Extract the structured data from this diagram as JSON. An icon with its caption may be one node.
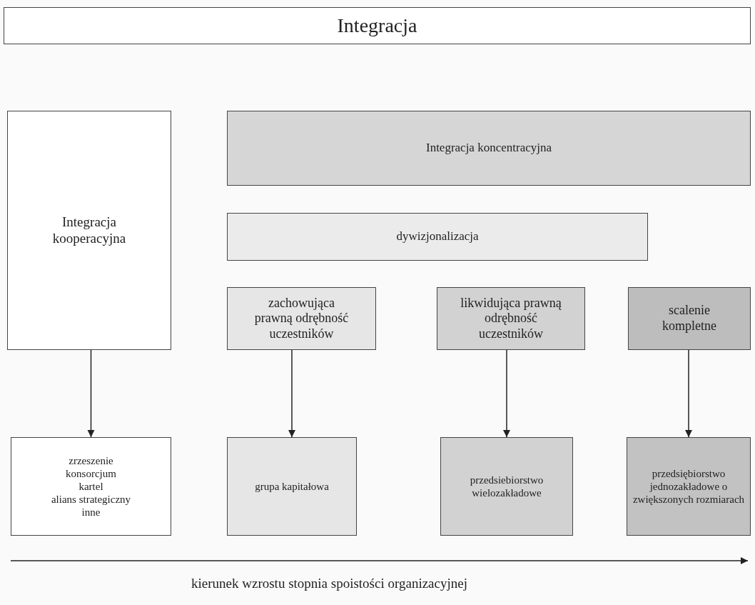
{
  "diagram": {
    "nodes": [
      {
        "text": [
          "Integracja"
        ]
      },
      {
        "text": [
          "Integracja kooperacyjna"
        ]
      },
      {
        "text": [
          "Integracja koncentracyjna"
        ]
      },
      {
        "text": [
          "dywizjonalizacja"
        ]
      },
      {
        "text": [
          "zachowująca prawną odrębność uczestników"
        ]
      },
      {
        "text": [
          "likwidująca prawną odrębność uczestników"
        ]
      },
      {
        "text": [
          "scalenie kompletne"
        ]
      },
      {
        "text": [
          "zrzeszenie",
          "konsorcjum",
          "kartel",
          "alians strategiczny",
          "inne"
        ]
      },
      {
        "text": [
          "grupa kapitałowa"
        ]
      },
      {
        "text": [
          "przedsiebiorstwo wielozakładowe"
        ]
      },
      {
        "text": [
          "przedsiębiorstwo jednozakładowe o zwiększonych rozmiarach"
        ]
      }
    ],
    "edges": [
      {
        "from": 1,
        "to": 7,
        "arrow": "to"
      },
      {
        "from": 4,
        "to": 8,
        "arrow": "to"
      },
      {
        "from": 5,
        "to": 9,
        "arrow": "to"
      },
      {
        "from": 6,
        "to": 10,
        "arrow": "to"
      }
    ],
    "labels": [
      "kierunek wzrostu stopnia spoistości organizacyjnej"
    ]
  }
}
